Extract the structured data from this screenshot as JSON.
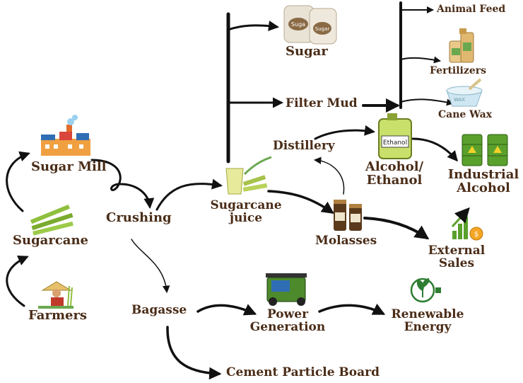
{
  "nodes": {
    "sugar": "Sugar",
    "animal_feed": "Animal Feed",
    "fertilizers": "Fertilizers",
    "filter_mud": "Filter Mud",
    "cane_wax": "Cane Wax",
    "sugar_mill": "Sugar Mill",
    "distillery": "Distillery",
    "alcohol_1": "Alcohol/",
    "alcohol_2": "Ethanol",
    "industrial_1": "Industrial",
    "industrial_2": "Alcohol",
    "crushing": "Crushing",
    "juice_1": "Sugarcane",
    "juice_2": "juice",
    "sugarcane": "Sugarcane",
    "molasses": "Molasses",
    "external_1": "External",
    "external_2": "Sales",
    "bagasse": "Bagasse",
    "power_1": "Power",
    "power_2": "Generation",
    "renewable_1": "Renewable",
    "renewable_2": "Energy",
    "farmers": "Farmers",
    "cement": "Cement Particle Board"
  },
  "icon_text": {
    "sugar_bag_1": "Suga",
    "sugar_bag_2": "Sugar",
    "ethanol_can": "Ethanol",
    "wax_bowl": "WAX"
  },
  "colors": {
    "label": "#4a2c17",
    "arrow": "#111111",
    "drum": "#5aa02c",
    "coin": "#f5a623"
  }
}
